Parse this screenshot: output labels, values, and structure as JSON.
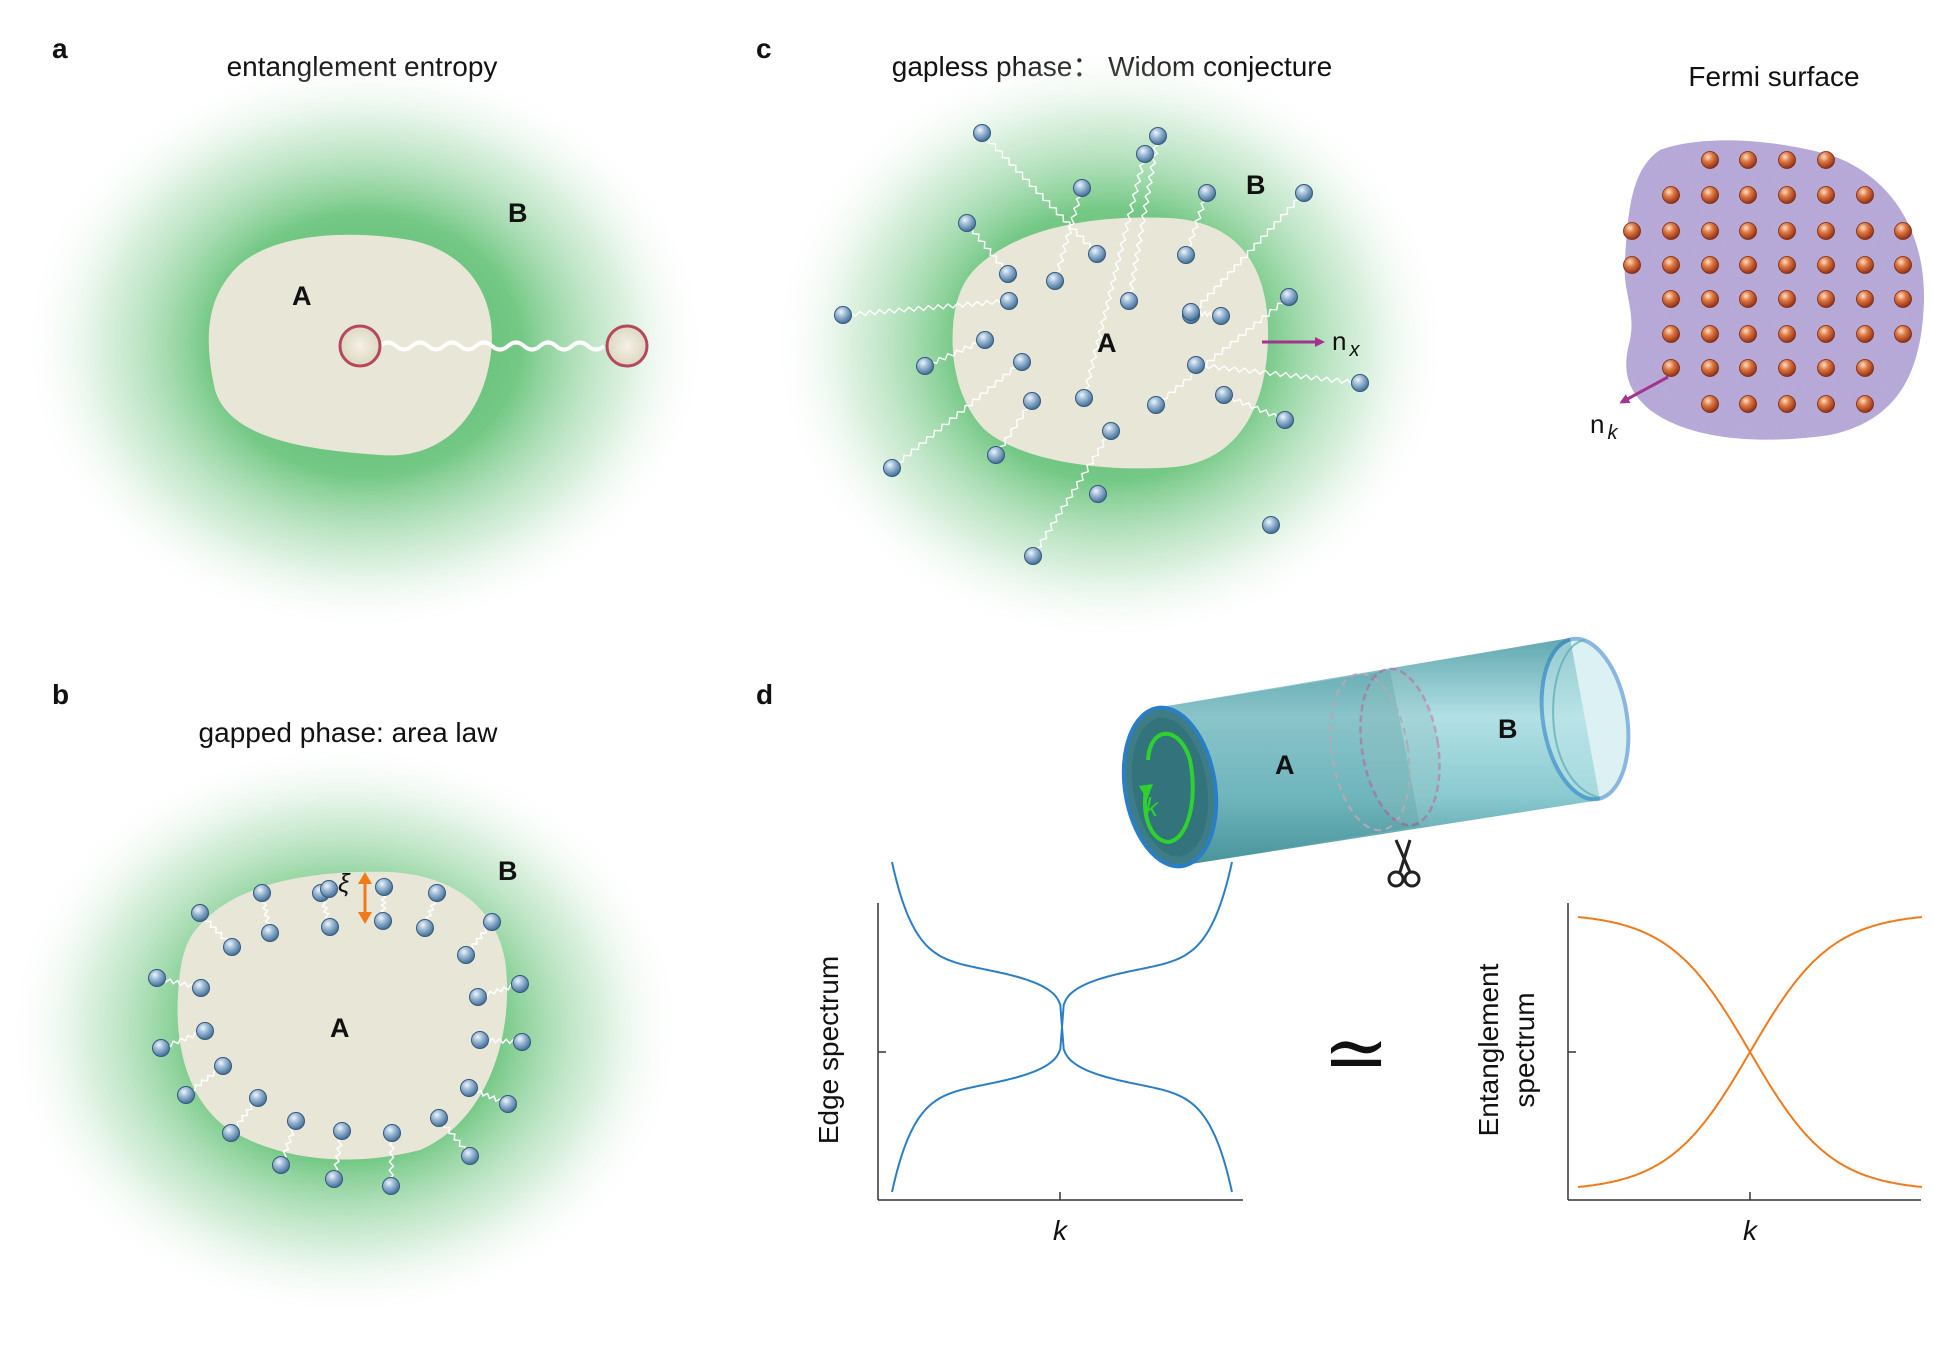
{
  "panels": {
    "a": {
      "letter": "a",
      "title": "entanglement entropy",
      "region_a": "A",
      "region_b": "B"
    },
    "b": {
      "letter": "b",
      "title": "gapped phase: area law",
      "region_a": "A",
      "region_b": "B",
      "xi": "ξ"
    },
    "c": {
      "letter": "c",
      "title": "gapless phase： Widom conjecture",
      "region_a": "A",
      "region_b": "B",
      "normal_x": "n",
      "normal_x_sub": "x",
      "fermi_title": "Fermi surface",
      "normal_k": "n",
      "normal_k_sub": "k"
    },
    "d": {
      "letter": "d",
      "region_a": "A",
      "region_b": "B",
      "k_arrow": "k",
      "approx": "≃",
      "edge_plot": {
        "ylabel": "Edge spectrum",
        "xlabel": "k"
      },
      "ent_plot": {
        "ylabel_line1": "Entanglement",
        "ylabel_line2": "spectrum",
        "xlabel": "k"
      }
    }
  },
  "colors": {
    "glow": "#5cbf73",
    "blob": "#e8e6d6",
    "particle": "#6f98bd",
    "edge_curve": "#2a7ec6",
    "ent_curve": "#f07a1a",
    "arrow": "#a3338f",
    "cut": "#e0287a",
    "k_arrow": "#2ed12e",
    "cylinder": "#6fc0c8",
    "fermi_bg": "#b4a6d6",
    "fermi_dot": "#c4582e"
  }
}
